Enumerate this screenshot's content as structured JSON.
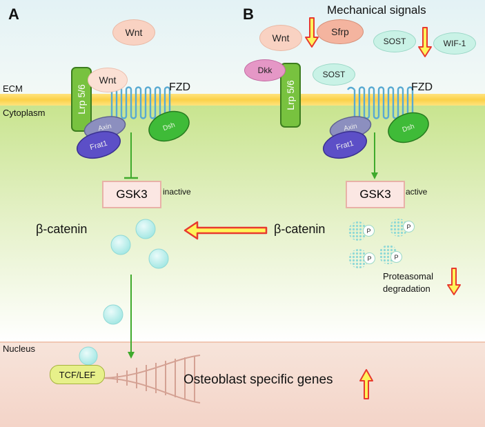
{
  "panels": {
    "a": "A",
    "b": "B"
  },
  "compartments": {
    "ecm": "ECM",
    "cytoplasm": "Cytoplasm",
    "nucleus": "Nucleus"
  },
  "panel_a": {
    "wnt_free": "Wnt",
    "wnt_bound": "Wnt",
    "lrp": "Lrp 5/6",
    "fzd": "FZD",
    "axin": "Axin",
    "frat1": "Frat1",
    "dsh": "Dsh",
    "gsk3": "GSK3",
    "gsk3_state": "inactive",
    "beta_catenin": "β-catenin"
  },
  "panel_b": {
    "mechanical_signals": "Mechanical signals",
    "wnt": "Wnt",
    "sfrp": "Sfrp",
    "sost_top": "SOST",
    "wif1": "WIF-1",
    "dkk": "Dkk",
    "sost_mid": "SOST",
    "lrp": "Lrp 5/6",
    "fzd": "FZD",
    "axin": "Axin",
    "frat1": "Frat1",
    "dsh": "Dsh",
    "gsk3": "GSK3",
    "gsk3_state": "active",
    "beta_catenin": "β-catenin",
    "phospho": [
      "P",
      "P",
      "P",
      "P"
    ],
    "degradation": [
      "Proteasomal",
      "degradation"
    ]
  },
  "nucleus": {
    "tcf_lef": "TCF/LEF",
    "genes": "Osteoblast specific genes"
  },
  "colors": {
    "ecm_bg": "#e3f2f4",
    "membrane": "#fcd657",
    "cytoplasm": "#cfe79a",
    "nucleus_bg": "#f7ddd2",
    "wnt": "#f9d2c2",
    "sost": "#c9f2e6",
    "dkk": "#e597c6",
    "lrp": "#78c23f",
    "dsh": "#40b93a",
    "axin": "#8c8fbf",
    "frat1": "#5c4fc7",
    "receptor": "#59aad2",
    "beta_catenin": "#b3ecea",
    "arrow_red": "#e8392e",
    "arrow_yellow": "#fff45a",
    "green_arrow": "#3faa2c"
  }
}
